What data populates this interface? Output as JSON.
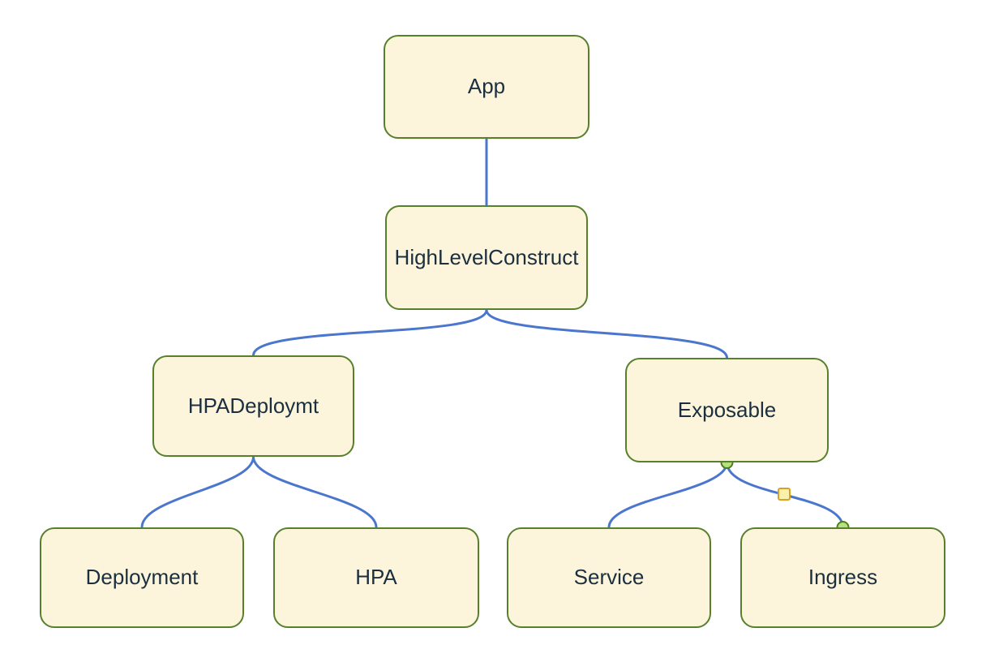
{
  "diagram": {
    "nodes": {
      "app": {
        "label": "App"
      },
      "high_level_construct": {
        "label": "HighLevelConstruct"
      },
      "hpa_deploymt": {
        "label": "HPADeploymt"
      },
      "exposable": {
        "label": "Exposable"
      },
      "deployment": {
        "label": "Deployment"
      },
      "hpa": {
        "label": "HPA"
      },
      "service": {
        "label": "Service"
      },
      "ingress": {
        "label": "Ingress"
      }
    },
    "edges": [
      {
        "from": "App",
        "to": "HighLevelConstruct",
        "selected": false
      },
      {
        "from": "HighLevelConstruct",
        "to": "HPADeploymt",
        "selected": false
      },
      {
        "from": "HighLevelConstruct",
        "to": "Exposable",
        "selected": false
      },
      {
        "from": "HPADeploymt",
        "to": "Deployment",
        "selected": false
      },
      {
        "from": "HPADeploymt",
        "to": "HPA",
        "selected": false
      },
      {
        "from": "Exposable",
        "to": "Service",
        "selected": false
      },
      {
        "from": "Exposable",
        "to": "Ingress",
        "selected": true
      }
    ],
    "colors": {
      "background": "#FFFFFF",
      "node_fill": "#FCF5DB",
      "node_border": "#57802C",
      "edge": "#4B76CD",
      "label_text": "#1B2F3F",
      "endpoint_handle_fill": "#B9E07E",
      "endpoint_handle_border": "#4E7D1F",
      "waypoint_handle_fill": "#FCF1AC",
      "waypoint_handle_border": "#D8A229"
    }
  }
}
